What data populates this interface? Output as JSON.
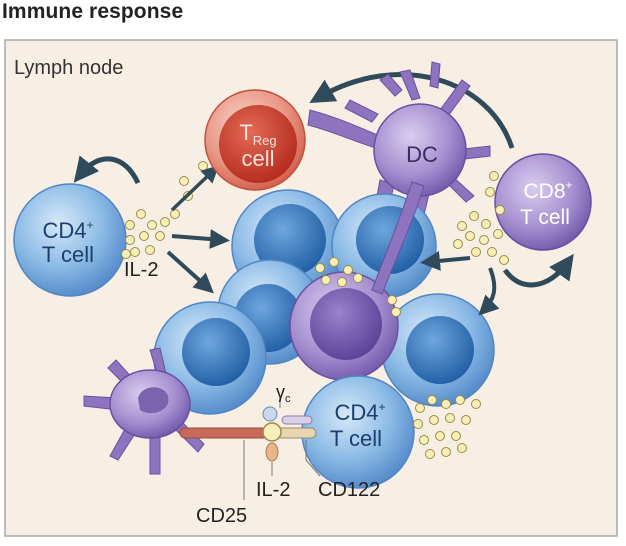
{
  "heading": "Immune response",
  "region_label": "Lymph node",
  "cells": {
    "treg": {
      "line1": "T",
      "subscript": "Reg",
      "line2": "cell"
    },
    "dc": {
      "label": "DC"
    },
    "cd8": {
      "line1": "CD8",
      "superscript": "+",
      "line2": "T cell"
    },
    "cd4_left": {
      "line1": "CD4",
      "superscript": "+",
      "line2": "T cell"
    },
    "cd4_bottom": {
      "line1": "CD4",
      "superscript": "+",
      "line2": "T cell"
    }
  },
  "labels": {
    "il2_left": "IL-2",
    "gamma_c": "γ",
    "gamma_c_sub": "c",
    "cd25": "CD25",
    "il2_bottom": "IL-2",
    "cd122": "CD122"
  },
  "colors": {
    "background": "#f7efe4",
    "frame": "#9a9a9a",
    "blue_cell": "#5f9bd6",
    "blue_nucleus": "#2f6fb6",
    "purple_cell": "#9078bd",
    "purple_nucleus": "#6a4fa0",
    "treg_cell": "#e07c68",
    "treg_nucleus": "#c23a2a",
    "arrow": "#2f4a5a",
    "il2_dot": "#f3e7a6"
  }
}
